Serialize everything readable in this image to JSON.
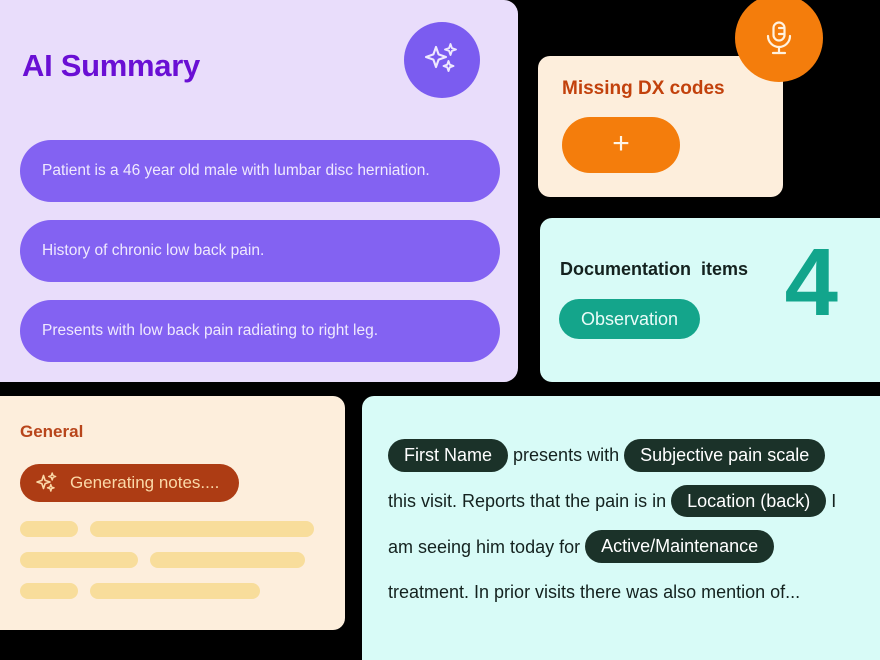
{
  "ai_summary": {
    "title": "AI Summary",
    "sparkle_icon": "sparkles-icon",
    "bullets": [
      "Patient is a 46 year old male with lumbar disc herniation.",
      "History of chronic low back pain.",
      "Presents with low back pain radiating to right leg."
    ],
    "accent_color": "#6a0fd4",
    "panel_color": "#e9ddfb",
    "pill_color": "#8362f2"
  },
  "missing_dx": {
    "title": "Missing DX codes",
    "add_label": "+",
    "accent_color": "#c2410c",
    "button_color": "#f47d0c",
    "card_color": "#fdeedc"
  },
  "mic": {
    "icon": "microphone-icon",
    "color": "#f47d0c"
  },
  "documentation": {
    "title": "Documentation  items",
    "chip_label": "Observation",
    "count": "4",
    "card_color": "#d8fbf7",
    "chip_color": "#14a58b",
    "count_color": "#12a58c"
  },
  "general": {
    "title": "General",
    "generating_label": "Generating notes....",
    "sparkle_icon": "sparkles-icon",
    "title_color": "#b8451b",
    "pill_color": "#ad3c14",
    "card_color": "#fdeedc",
    "skeleton_rows": [
      [
        "short",
        "xx-long"
      ],
      [
        "medium",
        "large"
      ],
      [
        "short",
        "x-large"
      ]
    ]
  },
  "note": {
    "segments": [
      {
        "kind": "chip",
        "text": "First Name"
      },
      {
        "kind": "text",
        "text": "presents with"
      },
      {
        "kind": "chip",
        "text": "Subjective pain scale"
      },
      {
        "kind": "text",
        "text": "this visit. Reports that the pain is in"
      },
      {
        "kind": "chip",
        "text": "Location (back)"
      },
      {
        "kind": "text",
        "text": "I am seeing him today for"
      },
      {
        "kind": "chip",
        "text": "Active/Maintenance"
      },
      {
        "kind": "text",
        "text": "treatment.  In prior visits there was also mention of..."
      }
    ],
    "panel_color": "#d8fbf7",
    "chip_color": "#1b3229"
  }
}
